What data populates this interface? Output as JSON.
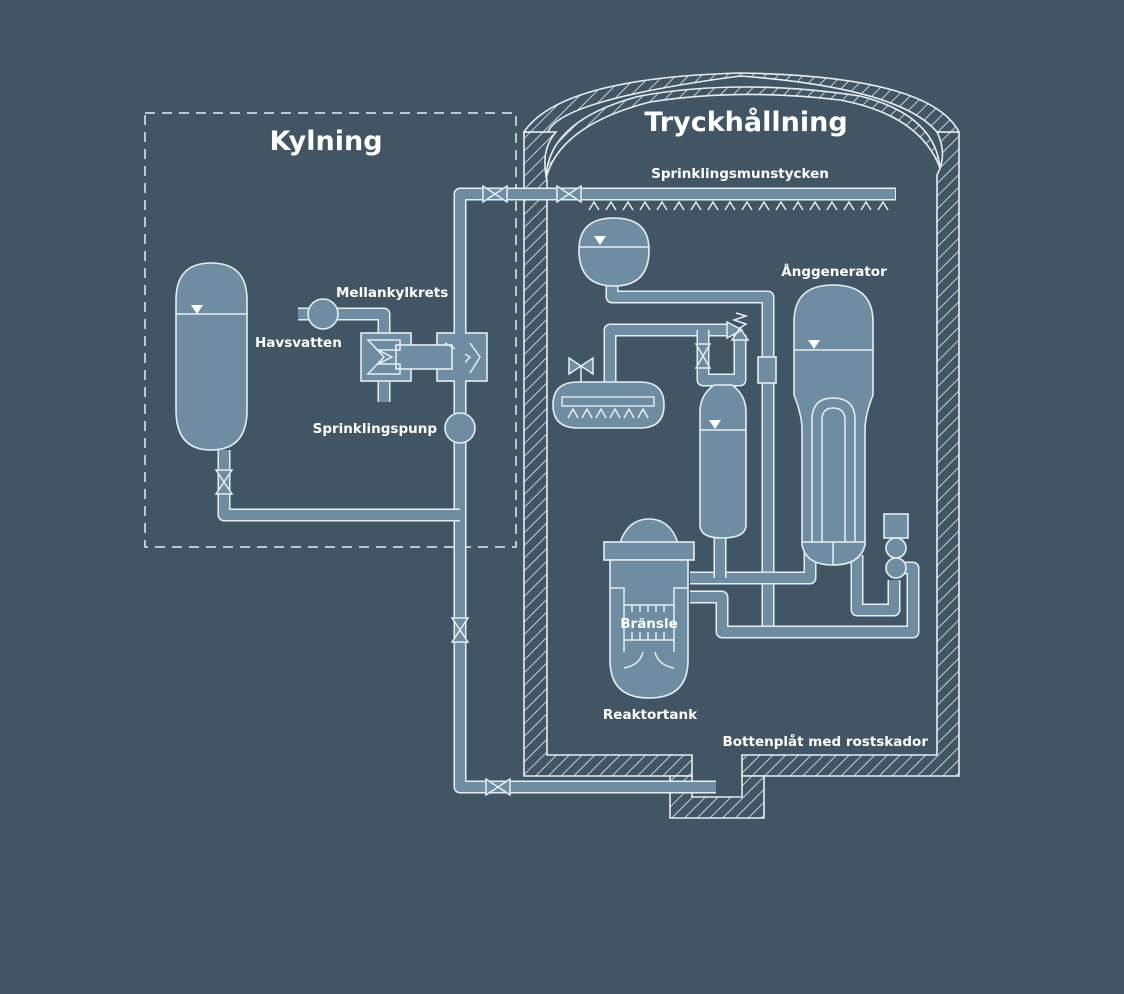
{
  "diagram": {
    "sections": {
      "cooling": "Kylning",
      "pressure_containment": "Tryckhållning"
    },
    "labels": {
      "spray_nozzles": "Sprinklingsmunstycken",
      "intermediate_cooling_circuit": "Mellankylkrets",
      "sea_water": "Havsvatten",
      "spray_pump": "Sprinklingspunp",
      "steam_generator": "Ånggenerator",
      "fuel": "Bränsle",
      "reactor_vessel": "Reaktortank",
      "bottom_plate": "Bottenplåt med rostskador"
    },
    "colors": {
      "background": "#415564",
      "equipment_fill": "#6e8ca2",
      "outline": "#e6eef3",
      "text": "#ffffff"
    }
  }
}
